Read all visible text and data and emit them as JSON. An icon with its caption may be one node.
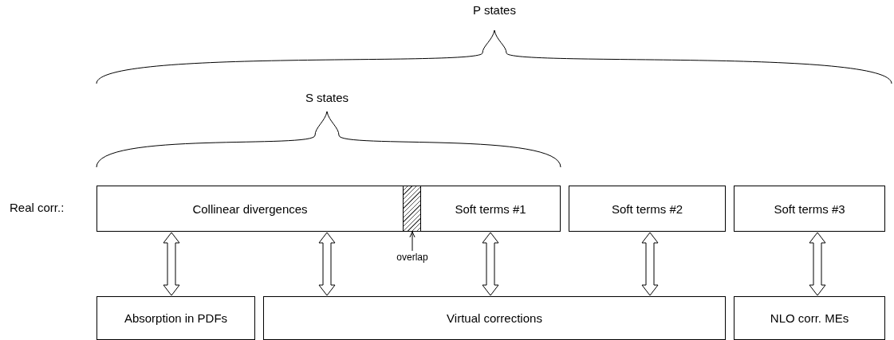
{
  "diagram": {
    "nodes": [
      {
        "text": [
          "Collinear divergences"
        ]
      },
      {
        "text": [],
        "shape": "box"
      },
      {
        "text": [
          "Soft terms #1"
        ]
      },
      {
        "text": [
          "Soft terms #2"
        ]
      },
      {
        "text": [
          "Soft terms #3"
        ]
      },
      {
        "text": [
          "overlap"
        ]
      },
      {
        "text": [
          "Absorption in PDFs"
        ]
      },
      {
        "text": [
          "Virtual corrections"
        ]
      },
      {
        "text": [
          "NLO corr. MEs"
        ]
      }
    ],
    "edges": [
      {
        "from": 5,
        "to": 1,
        "arrow": "to"
      },
      {
        "from": 0,
        "to": 6,
        "arrow": "both"
      },
      {
        "from": 0,
        "to": 7,
        "arrow": "both"
      },
      {
        "from": 2,
        "to": 7,
        "arrow": "both"
      },
      {
        "from": 3,
        "to": 7,
        "arrow": "both"
      },
      {
        "from": 4,
        "to": 8,
        "arrow": "both"
      }
    ],
    "labels": [
      "P states",
      "S states",
      "Real corr.:"
    ]
  }
}
